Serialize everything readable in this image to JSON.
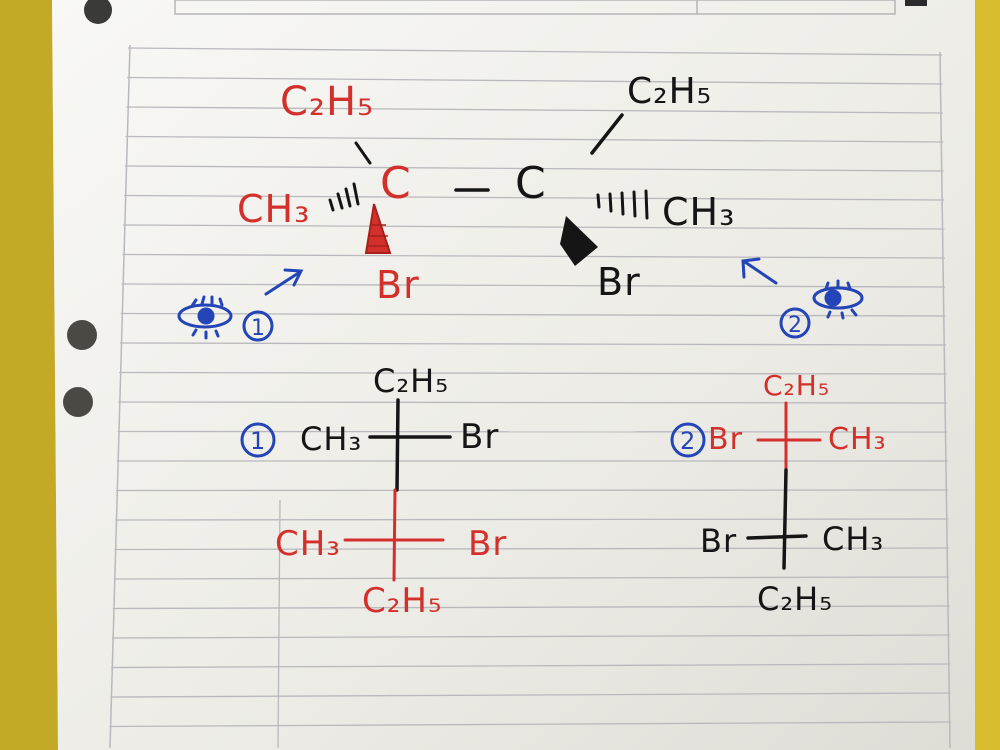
{
  "colors": {
    "ink_black": "#151515",
    "ink_red": "#d3302c",
    "ink_blue": "#2345b8",
    "paper": "#f1f0ea",
    "rule_line": "#b9b9bd",
    "folder_yellow": "#d9bf2f"
  },
  "wedge_dash": {
    "left_carbon": {
      "label": "C",
      "c2h5": "C₂H₅",
      "ch3": "CH₃",
      "br": "Br"
    },
    "bond": "—",
    "right_carbon": {
      "label": "C",
      "c2h5": "C₂H₅",
      "ch3": "CH₃",
      "br": "Br"
    }
  },
  "viewpoints": [
    {
      "number": "1"
    },
    {
      "number": "2"
    }
  ],
  "fischer_1": {
    "marker": "1",
    "top": {
      "up": "C₂H₅",
      "left": "CH₃",
      "right": "Br"
    },
    "bottom": {
      "left": "CH₃",
      "right": "Br",
      "down": "C₂H₅"
    }
  },
  "fischer_2": {
    "marker": "2",
    "top": {
      "up": "C₂H₅",
      "left": "Br",
      "right": "CH₃"
    },
    "bottom": {
      "left": "Br",
      "right": "CH₃",
      "down": "C₂H₅"
    }
  }
}
